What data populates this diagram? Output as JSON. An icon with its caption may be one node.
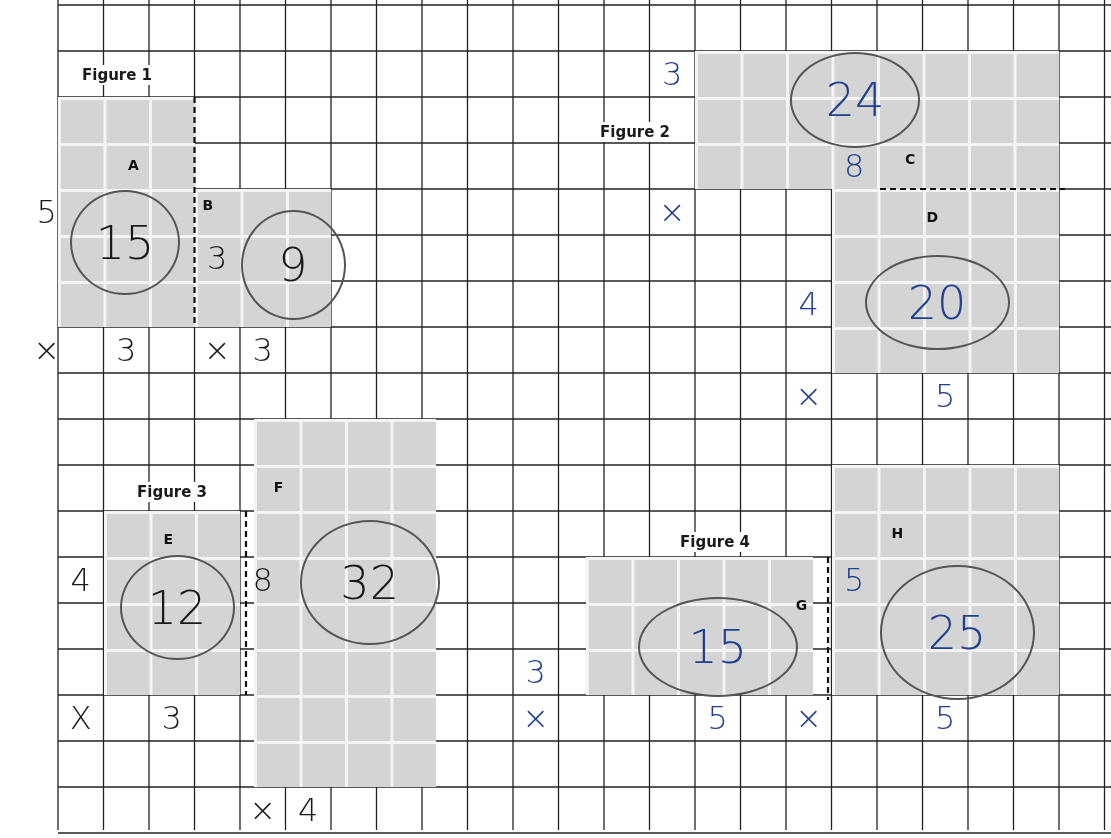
{
  "diagram": {
    "nodes": [
      {
        "text": [
          "A"
        ]
      },
      {
        "text": [
          "15"
        ],
        "in": 0
      },
      {
        "text": [
          "B"
        ]
      },
      {
        "text": [
          "9"
        ],
        "in": 2
      },
      {
        "text": [
          "C"
        ]
      },
      {
        "text": [
          "24"
        ],
        "in": 4
      },
      {
        "text": [
          "D"
        ]
      },
      {
        "text": [
          "20"
        ],
        "in": 6
      },
      {
        "text": [
          "E"
        ]
      },
      {
        "text": [
          "12"
        ],
        "in": 8
      },
      {
        "text": [
          "F"
        ]
      },
      {
        "text": [
          "32"
        ],
        "in": 10
      },
      {
        "text": [
          "G"
        ]
      },
      {
        "text": [
          "15"
        ],
        "in": 12
      },
      {
        "text": [
          "H"
        ]
      },
      {
        "text": [
          "25"
        ],
        "in": 14
      }
    ],
    "labels": [
      "Figure 1",
      "5",
      "×",
      "3",
      "3",
      "×",
      "3",
      "3",
      "Figure 2",
      "×",
      "8",
      "4",
      "×",
      "5",
      "Figure 3",
      "4",
      "8",
      "X",
      "3",
      "×",
      "4",
      "Figure 4",
      "3",
      "5",
      "×",
      "5",
      "×",
      "5"
    ]
  }
}
